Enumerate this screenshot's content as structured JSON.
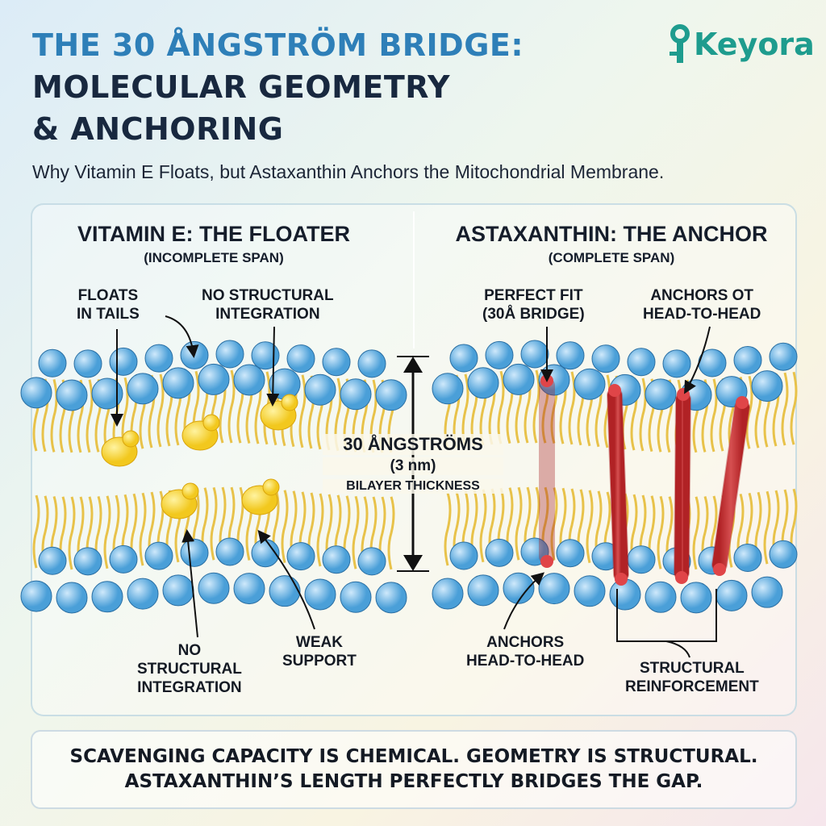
{
  "header": {
    "title_line1": "THE 30 ÅNGSTRÖM BRIDGE:",
    "title_line2": "MOLECULAR GEOMETRY",
    "title_line3": "& ANCHORING",
    "subtitle": "Why Vitamin E Floats, but Astaxanthin Anchors the Mitochondrial Membrane.",
    "logo_text": "Keyora"
  },
  "left_panel": {
    "heading": "VITAMIN E: THE FLOATER",
    "subheading": "(INCOMPLETE SPAN)",
    "labels": {
      "floats": "FLOATS\nIN TAILS",
      "no_integration_top": "NO STRUCTURAL\nINTEGRATION",
      "no_integration_bottom": "NO\nSTRUCTURAL\nINTEGRATION",
      "weak_support": "WEAK\nSUPPORT"
    }
  },
  "right_panel": {
    "heading": "ASTAXANTHIN: THE ANCHOR",
    "subheading": "(COMPLETE SPAN)",
    "labels": {
      "perfect_fit": "PERFECT FIT\n(30Å BRIDGE)",
      "anchors_top": "ANCHORS OT\nHEAD-TO-HEAD",
      "anchors_bottom": "ANCHORS\nHEAD-TO-HEAD",
      "reinforcement": "STRUCTURAL\nREINFORCEMENT"
    }
  },
  "span": {
    "value": "30 ÅNGSTRÖMS",
    "nm": "(3 nm)",
    "label": "BILAYER THICKNESS"
  },
  "footer": {
    "line1": "SCAVENGING CAPACITY IS CHEMICAL. GEOMETRY IS STRUCTURAL.",
    "line2": "ASTAXANTHIN’S LENGTH PERFECTLY BRIDGES THE GAP."
  },
  "colors": {
    "title_blue": "#2e7fb8",
    "brand_teal": "#1e9c8e",
    "head_blue": "#4a9fd8",
    "tail_yellow": "#e8c24a",
    "vitamin_e": "#f2c81e",
    "astaxanthin": "#d9383a"
  }
}
